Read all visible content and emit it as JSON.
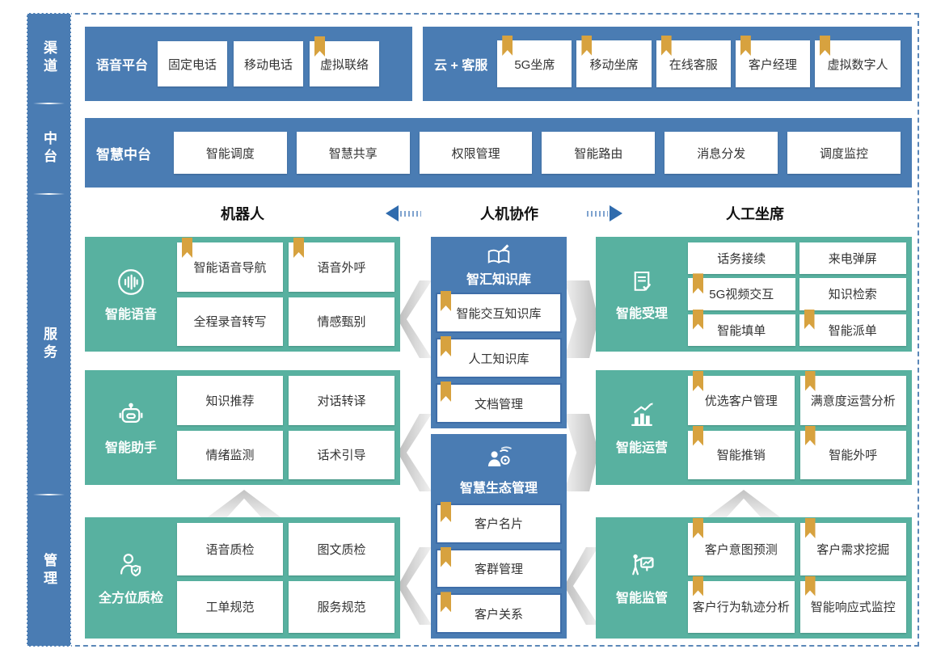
{
  "colors": {
    "panel_blue": "#4a7cb3",
    "block_green": "#58b1a0",
    "bookmark_gold": "#d7a23f",
    "arrow_blue": "#2f6bad",
    "item_text": "#333333",
    "chevron_gray": "#c6c6c6"
  },
  "sidebar": {
    "sections": [
      {
        "label": "渠道"
      },
      {
        "label": "中台"
      },
      {
        "label": "服务"
      },
      {
        "label": "管理"
      }
    ]
  },
  "rows": {
    "voice_platform": {
      "title": "语音平台",
      "items": [
        {
          "label": "固定电话",
          "bookmark": false
        },
        {
          "label": "移动电话",
          "bookmark": false
        },
        {
          "label": "虚拟联络",
          "bookmark": true
        }
      ]
    },
    "cloud_service": {
      "title": "云 + 客服",
      "items": [
        {
          "label": "5G坐席",
          "bookmark": true
        },
        {
          "label": "移动坐席",
          "bookmark": true
        },
        {
          "label": "在线客服",
          "bookmark": true
        },
        {
          "label": "客户经理",
          "bookmark": true
        },
        {
          "label": "虚拟数字人",
          "bookmark": true
        }
      ]
    },
    "smart_middle": {
      "title": "智慧中台",
      "items": [
        {
          "label": "智能调度"
        },
        {
          "label": "智慧共享"
        },
        {
          "label": "权限管理"
        },
        {
          "label": "智能路由"
        },
        {
          "label": "消息分发"
        },
        {
          "label": "调度监控"
        }
      ]
    }
  },
  "collab": {
    "left": "机器人",
    "center": "人机协作",
    "right": "人工坐席"
  },
  "service": {
    "left": [
      {
        "title": "智能语音",
        "icon": "voice-wave-icon",
        "items": [
          {
            "label": "智能语音导航",
            "bookmark": true
          },
          {
            "label": "语音外呼",
            "bookmark": true
          },
          {
            "label": "全程录音转写",
            "bookmark": false
          },
          {
            "label": "情感甄别",
            "bookmark": false
          }
        ]
      },
      {
        "title": "智能助手",
        "icon": "robot-icon",
        "items": [
          {
            "label": "知识推荐",
            "bookmark": false
          },
          {
            "label": "对话转译",
            "bookmark": false
          },
          {
            "label": "情绪监测",
            "bookmark": false
          },
          {
            "label": "话术引导",
            "bookmark": false
          }
        ]
      },
      {
        "title": "全方位质检",
        "icon": "quality-inspector-icon",
        "items": [
          {
            "label": "语音质检",
            "bookmark": false
          },
          {
            "label": "图文质检",
            "bookmark": false
          },
          {
            "label": "工单规范",
            "bookmark": false
          },
          {
            "label": "服务规范",
            "bookmark": false
          }
        ]
      }
    ],
    "center": [
      {
        "title": "智汇知识库",
        "icon": "knowledge-book-icon",
        "items": [
          {
            "label": "智能交互知识库",
            "bookmark": true
          },
          {
            "label": "人工知识库",
            "bookmark": true
          },
          {
            "label": "文档管理",
            "bookmark": true
          }
        ]
      },
      {
        "title": "智慧生态管理",
        "icon": "ecosystem-person-icon",
        "items": [
          {
            "label": "客户名片",
            "bookmark": true
          },
          {
            "label": "客群管理",
            "bookmark": true
          },
          {
            "label": "客户关系",
            "bookmark": true
          }
        ]
      }
    ],
    "right": [
      {
        "title": "智能受理",
        "icon": "document-check-icon",
        "items": [
          {
            "label": "话务接续",
            "bookmark": false
          },
          {
            "label": "来电弹屏",
            "bookmark": false
          },
          {
            "label": "5G视频交互",
            "bookmark": true
          },
          {
            "label": "知识检索",
            "bookmark": false
          },
          {
            "label": "智能填单",
            "bookmark": true
          },
          {
            "label": "智能派单",
            "bookmark": true
          }
        ]
      },
      {
        "title": "智能运营",
        "icon": "growth-chart-icon",
        "items": [
          {
            "label": "优选客户管理",
            "bookmark": true
          },
          {
            "label": "满意度运营分析",
            "bookmark": true
          },
          {
            "label": "智能推销",
            "bookmark": true
          },
          {
            "label": "智能外呼",
            "bookmark": true
          }
        ]
      },
      {
        "title": "智能监管",
        "icon": "presenter-board-icon",
        "items": [
          {
            "label": "客户意图预测",
            "bookmark": true
          },
          {
            "label": "客户需求挖掘",
            "bookmark": true
          },
          {
            "label": "客户行为轨迹分析",
            "bookmark": true
          },
          {
            "label": "智能响应式监控",
            "bookmark": true
          }
        ]
      }
    ]
  }
}
